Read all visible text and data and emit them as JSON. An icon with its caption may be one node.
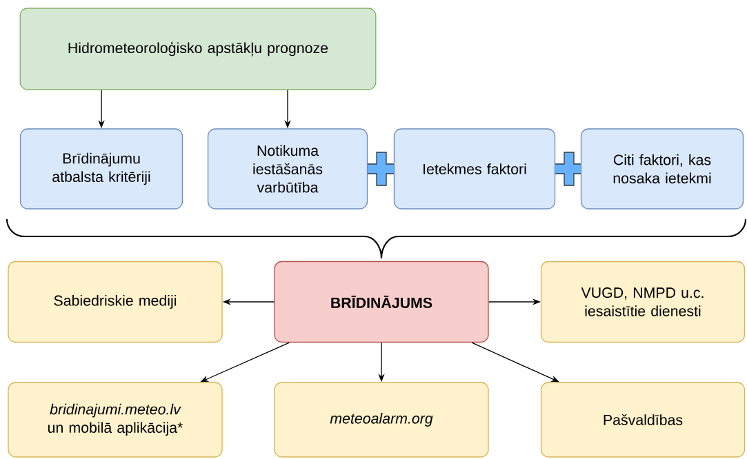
{
  "diagram": {
    "nodes": [
      {
        "text": [
          "Hidrometeoroloģisko apstākļu prognoze"
        ]
      },
      {
        "text": [
          "Brīdinājumu atbalsta kritēriji"
        ]
      },
      {
        "text": [
          "Notikuma iestāšanās varbūtība"
        ]
      },
      {
        "text": [
          "Ietekmes faktori"
        ]
      },
      {
        "text": [
          "Citi faktori, kas nosaka ietekmi"
        ]
      },
      {
        "text": [
          "BRĪDINĀJUMS"
        ]
      },
      {
        "text": [
          "Sabiedriskie mediji"
        ]
      },
      {
        "text": [
          "VUGD, NMPD u.c. iesaistītie dienesti"
        ]
      },
      {
        "text": [
          "*bridinajumi.meteo.lv* un mobilā aplikācija*"
        ]
      },
      {
        "text": [
          "meteoalarm.org"
        ]
      },
      {
        "text": [
          "Pašvaldības"
        ]
      }
    ],
    "edges": [
      {
        "from": 0,
        "to": 1,
        "arrow": "to"
      },
      {
        "from": 0,
        "to": 2,
        "arrow": "to"
      },
      {
        "from": 5,
        "to": 6,
        "arrow": "to"
      },
      {
        "from": 5,
        "to": 7,
        "arrow": "to"
      },
      {
        "from": 5,
        "to": 8,
        "arrow": "to"
      },
      {
        "from": 5,
        "to": 9,
        "arrow": "to"
      },
      {
        "from": 5,
        "to": 10,
        "arrow": "to"
      }
    ]
  }
}
